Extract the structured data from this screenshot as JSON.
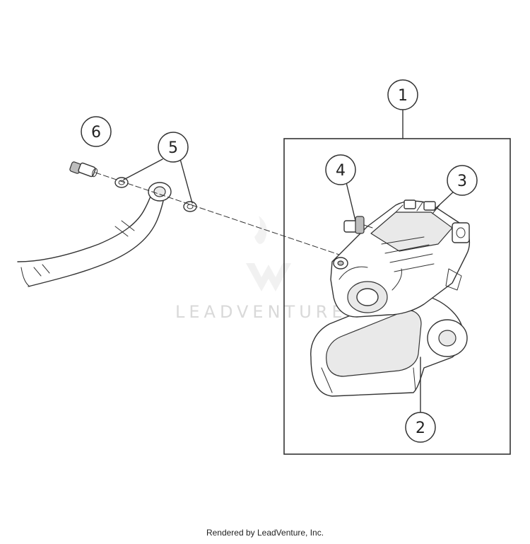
{
  "diagram": {
    "callouts": [
      {
        "id": "1",
        "label": "1"
      },
      {
        "id": "2",
        "label": "2"
      },
      {
        "id": "3",
        "label": "3"
      },
      {
        "id": "4",
        "label": "4"
      },
      {
        "id": "5",
        "label": "5"
      },
      {
        "id": "6",
        "label": "6"
      }
    ],
    "watermark": "LEADVENTURE",
    "credit": "Rendered by LeadVenture, Inc."
  },
  "colors": {
    "line": "#333333",
    "watermark": "#d9d9d9",
    "background": "#ffffff"
  }
}
